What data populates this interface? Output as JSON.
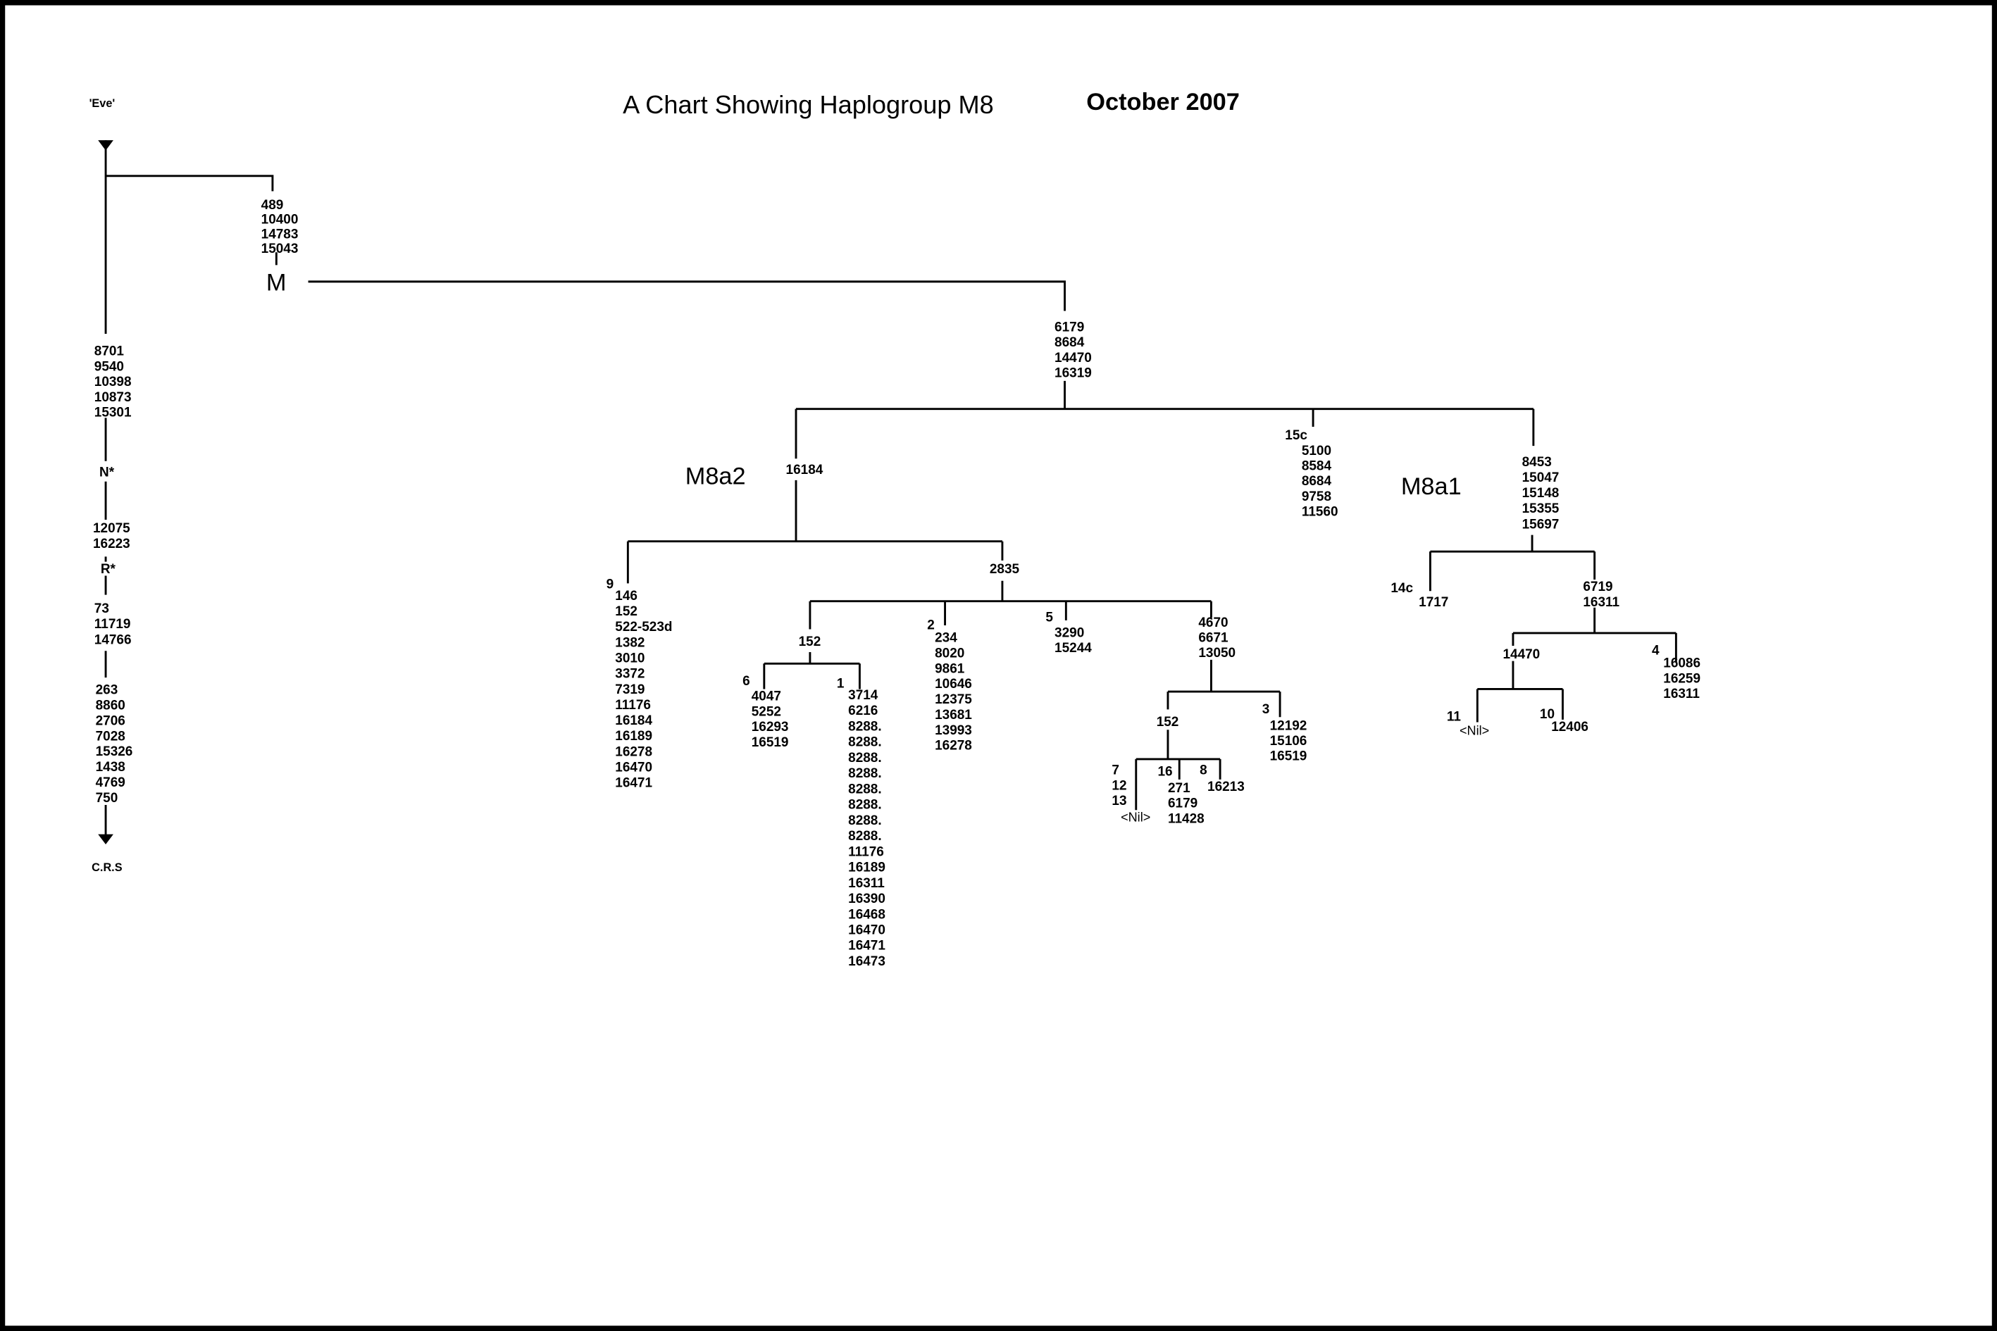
{
  "title": "A Chart Showing Haplogroup  M8",
  "date": "October  2007",
  "root_label": "'Eve'",
  "end_label": "C.R.S",
  "clade_labels": {
    "M": "M",
    "M8a2": "M8a2",
    "M8a1": "M8a1"
  },
  "nodes": [
    {
      "id": "eve_M",
      "label": "",
      "mutations": [
        "489",
        "10400",
        "14783",
        "15043"
      ]
    },
    {
      "id": "eve_N",
      "label": "",
      "mutations": [
        "8701",
        "9540",
        "10398",
        "10873",
        "15301"
      ]
    },
    {
      "id": "N_star",
      "label": "N*",
      "mutations": []
    },
    {
      "id": "N_R",
      "label": "",
      "mutations": [
        "12075",
        "16223"
      ]
    },
    {
      "id": "R_star",
      "label": "R*",
      "mutations": []
    },
    {
      "id": "R_down1",
      "label": "",
      "mutations": [
        "73",
        "11719",
        "14766"
      ]
    },
    {
      "id": "R_down2",
      "label": "",
      "mutations": [
        "263",
        "8860",
        "2706",
        "7028",
        "15326",
        "1438",
        "4769",
        "750"
      ]
    },
    {
      "id": "M8",
      "label": "",
      "mutations": [
        "6179",
        "8684",
        "14470",
        "16319"
      ]
    },
    {
      "id": "M8a2",
      "label": "",
      "mutations": [
        "16184"
      ]
    },
    {
      "id": "s9",
      "label": "9",
      "mutations": [
        "146",
        "152",
        "522-523d",
        "1382",
        "3010",
        "3372",
        "7319",
        "11176",
        "16184",
        "16189",
        "16278",
        "16470",
        "16471"
      ]
    },
    {
      "id": "n2835",
      "label": "",
      "mutations": [
        "2835"
      ]
    },
    {
      "id": "n152a",
      "label": "",
      "mutations": [
        "152"
      ]
    },
    {
      "id": "s6",
      "label": "6",
      "mutations": [
        "4047",
        "5252",
        "16293",
        "16519"
      ]
    },
    {
      "id": "s1",
      "label": "1",
      "mutations": [
        "3714",
        "6216",
        "8288.",
        "8288.",
        "8288.",
        "8288.",
        "8288.",
        "8288.",
        "8288.",
        "8288.",
        "11176",
        "16189",
        "16311",
        "16390",
        "16468",
        "16470",
        "16471",
        "16473"
      ]
    },
    {
      "id": "s2",
      "label": "2",
      "mutations": [
        "234",
        "8020",
        "9861",
        "10646",
        "12375",
        "13681",
        "13993",
        "16278"
      ]
    },
    {
      "id": "s5",
      "label": "5",
      "mutations": [
        "3290",
        "15244"
      ]
    },
    {
      "id": "n4670",
      "label": "",
      "mutations": [
        "4670",
        "6671",
        "13050"
      ]
    },
    {
      "id": "n152b",
      "label": "",
      "mutations": [
        "152"
      ]
    },
    {
      "id": "s7",
      "label": "",
      "mutations": [
        "7",
        "12",
        "13"
      ],
      "note": "<Nil>"
    },
    {
      "id": "s16",
      "label": "16",
      "mutations": [
        "271",
        "6179",
        "11428"
      ]
    },
    {
      "id": "s8",
      "label": "8",
      "mutations": [
        "16213"
      ]
    },
    {
      "id": "s3",
      "label": "3",
      "mutations": [
        "12192",
        "15106",
        "16519"
      ]
    },
    {
      "id": "s15c",
      "label": "15c",
      "mutations": [
        "5100",
        "8584",
        "8684",
        "9758",
        "11560"
      ]
    },
    {
      "id": "M8a1",
      "label": "",
      "mutations": [
        "8453",
        "15047",
        "15148",
        "15355",
        "15697"
      ]
    },
    {
      "id": "s14c",
      "label": "14c",
      "mutations": [
        "1717"
      ]
    },
    {
      "id": "n6719",
      "label": "",
      "mutations": [
        "6719",
        "16311"
      ]
    },
    {
      "id": "n14470",
      "label": "",
      "mutations": [
        "14470"
      ]
    },
    {
      "id": "s11",
      "label": "11",
      "mutations": [],
      "note": "<Nil>"
    },
    {
      "id": "s10",
      "label": "10",
      "mutations": [
        "12406"
      ]
    },
    {
      "id": "s4",
      "label": "4",
      "mutations": [
        "16086",
        "16259",
        "16311"
      ]
    }
  ]
}
